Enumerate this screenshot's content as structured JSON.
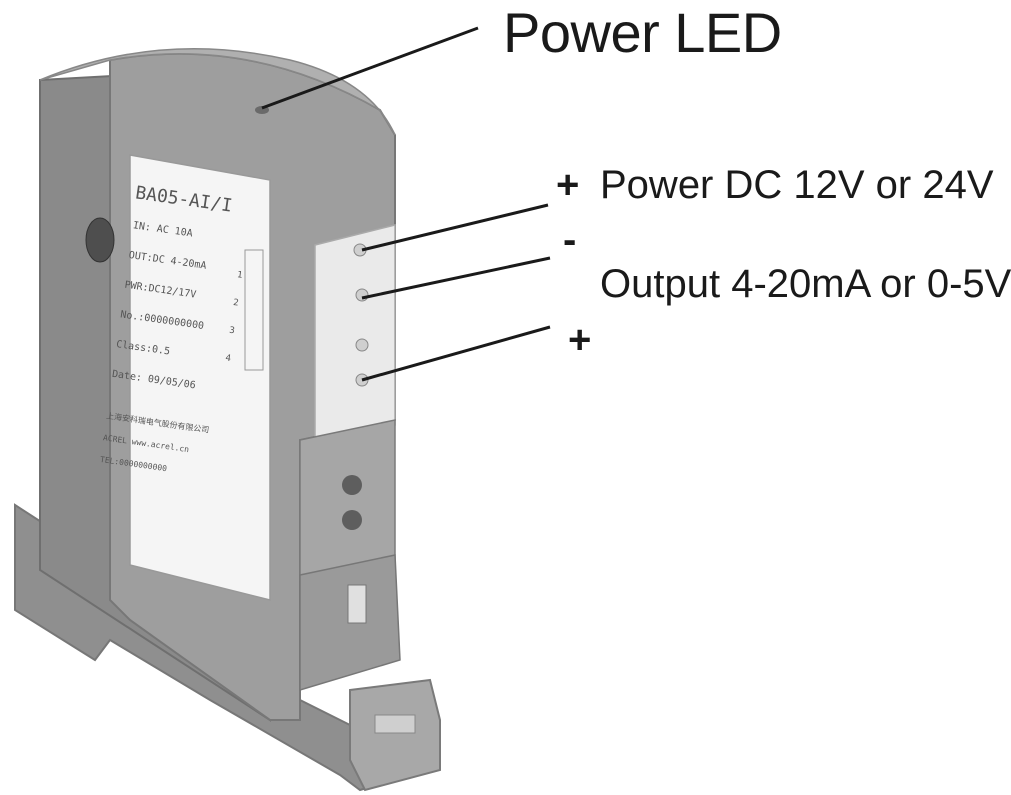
{
  "title": "Power LED",
  "callouts": {
    "power_label": "Power DC 12V or 24V",
    "output_label": "Output 4-20mA or 0-5V",
    "plus_top": "+",
    "minus": "-",
    "plus_bottom": "+"
  },
  "device_label": {
    "model": "BA05-AI/I",
    "lines": [
      "IN: AC 10A",
      "OUT:DC 4-20mA",
      "PWR:DC12/17V",
      "No.:0000000000",
      "Class:0.5",
      "Date: 09/05/06"
    ],
    "footer_lines": [
      "上海安科瑞电气股份有限公司",
      "ACREL www.acrel.cn",
      "TEL:0000000000"
    ],
    "terminal_numbers": [
      "1",
      "2",
      "3",
      "4"
    ]
  },
  "colors": {
    "housing": "#9b9b9b",
    "housing_dark": "#7d7d7d",
    "housing_light": "#b4b4b4",
    "label_bg": "#f5f5f5",
    "line": "#1a1a1a"
  }
}
